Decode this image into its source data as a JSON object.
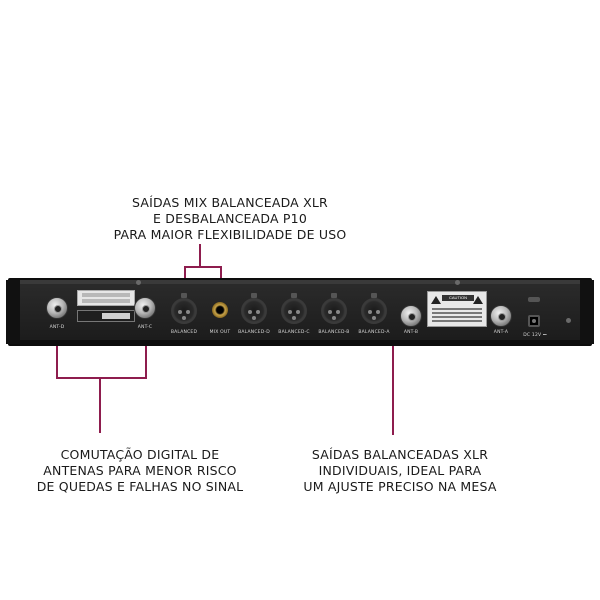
{
  "callouts": {
    "top": {
      "lines": [
        "SAÍDAS MIX BALANCEADA XLR",
        "E DESBALANCEADA P10",
        "PARA MAIOR FLEXIBILIDADE DE USO"
      ]
    },
    "left": {
      "lines": [
        "COMUTAÇÃO DIGITAL DE",
        "ANTENAS PARA MENOR RISCO",
        "DE QUEDAS E FALHAS NO SINAL"
      ]
    },
    "right": {
      "lines": [
        "SAÍDAS BALANCEADAS XLR",
        "INDIVIDUAIS, IDEAL PARA",
        "UM AJUSTE PRECISO NA MESA"
      ]
    }
  },
  "panel": {
    "ports": {
      "ant_d": "ANT-D",
      "ant_c": "ANT-C",
      "balanced": "BALANCED",
      "mix_out": "MIX OUT",
      "balanced_d": "BALANCED-D",
      "balanced_c": "BALANCED-C",
      "balanced_b": "BALANCED-B",
      "balanced_a": "BALANCED-A",
      "ant_b": "ANT-B",
      "ant_a": "ANT-A",
      "dc": "DC 12V ⎓"
    },
    "caution_title": "CAUTION"
  },
  "colors": {
    "callout_line": "#8e1d4e",
    "panel": "#232323",
    "text": "#1a1a1a"
  }
}
